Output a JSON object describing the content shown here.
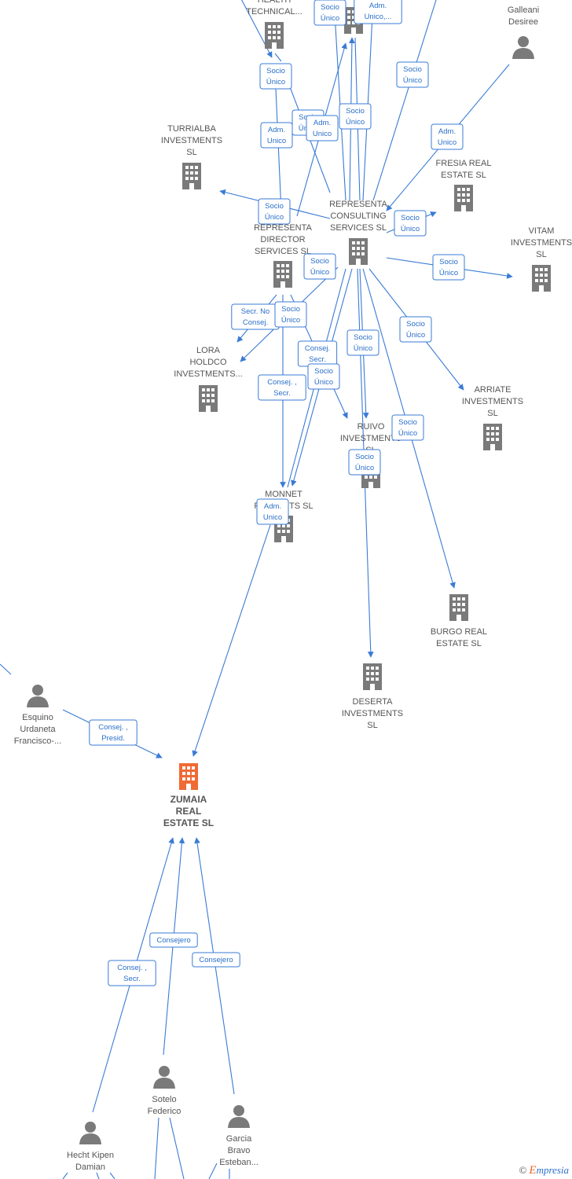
{
  "colors": {
    "edge": "#3a7bd5",
    "node": "#7a7a7a",
    "focus": "#f06a34",
    "label": "#555555"
  },
  "nodes": [
    {
      "id": "health",
      "type": "company",
      "lines": [
        "HEALTH",
        "TECHNICAL..."
      ],
      "icon": "building-icon"
    },
    {
      "id": "top_company",
      "type": "company",
      "lines": [],
      "icon": "building-icon"
    },
    {
      "id": "galleani",
      "type": "person",
      "lines": [
        "Galleani",
        "Desiree"
      ],
      "icon": "person-icon"
    },
    {
      "id": "turrialba",
      "type": "company",
      "lines": [
        "TURRIALBA",
        "INVESTMENTS",
        "SL"
      ],
      "icon": "building-icon"
    },
    {
      "id": "fresia",
      "type": "company",
      "lines": [
        "FRESIA REAL",
        "ESTATE  SL"
      ],
      "icon": "building-icon"
    },
    {
      "id": "representa_consulting",
      "type": "company",
      "lines": [
        "REPRESENTA",
        "CONSULTING",
        "SERVICES  SL"
      ],
      "icon": "building-icon"
    },
    {
      "id": "representa_director",
      "type": "company",
      "lines": [
        "REPRESENTA",
        "DIRECTOR",
        "SERVICES  SL"
      ],
      "icon": "building-icon"
    },
    {
      "id": "vitam",
      "type": "company",
      "lines": [
        "VITAM",
        "INVESTMENTS",
        "SL"
      ],
      "icon": "building-icon"
    },
    {
      "id": "lora",
      "type": "company",
      "lines": [
        "LORA",
        "HOLDCO",
        "INVESTMENTS..."
      ],
      "icon": "building-icon"
    },
    {
      "id": "arriate",
      "type": "company",
      "lines": [
        "ARRIATE",
        "INVESTMENTS",
        "SL"
      ],
      "icon": "building-icon"
    },
    {
      "id": "ruivo",
      "type": "company",
      "lines": [
        "RUIVO",
        "INVESTMENTS",
        "SL"
      ],
      "icon": "building-icon"
    },
    {
      "id": "monnet",
      "type": "company",
      "lines": [
        "MONNET",
        "PROJECTS  SL"
      ],
      "icon": "building-icon"
    },
    {
      "id": "burgo",
      "type": "company",
      "lines": [
        "BURGO REAL",
        "ESTATE  SL"
      ],
      "icon": "building-icon"
    },
    {
      "id": "deserta",
      "type": "company",
      "lines": [
        "DESERTA",
        "INVESTMENTS",
        "SL"
      ],
      "icon": "building-icon"
    },
    {
      "id": "esquino",
      "type": "person",
      "lines": [
        "Esquino",
        "Urdaneta",
        "Francisco-..."
      ],
      "icon": "person-icon"
    },
    {
      "id": "zumaia",
      "type": "focus",
      "lines": [
        "ZUMAIA",
        "REAL",
        "ESTATE  SL"
      ],
      "icon": "building-icon"
    },
    {
      "id": "sotelo",
      "type": "person",
      "lines": [
        "Sotelo",
        "Federico"
      ],
      "icon": "person-icon"
    },
    {
      "id": "garcia",
      "type": "person",
      "lines": [
        "Garcia",
        "Bravo",
        "Esteban..."
      ],
      "icon": "person-icon"
    },
    {
      "id": "hecht",
      "type": "person",
      "lines": [
        "Hecht Kipen",
        "Damian"
      ],
      "icon": "person-icon"
    }
  ],
  "edge_labels": [
    {
      "id": "l1",
      "lines": [
        "Socio",
        "Único"
      ]
    },
    {
      "id": "l2",
      "lines": [
        "Adm.",
        "Unico,..."
      ]
    },
    {
      "id": "l3",
      "lines": [
        "Socio",
        "Único"
      ]
    },
    {
      "id": "l4",
      "lines": [
        "Socio",
        "Único"
      ]
    },
    {
      "id": "l5",
      "lines": [
        "Adm.",
        "Unico"
      ]
    },
    {
      "id": "l6",
      "lines": [
        "Socio",
        "Único"
      ]
    },
    {
      "id": "l7",
      "lines": [
        "Adm.",
        "Unico"
      ]
    },
    {
      "id": "l8",
      "lines": [
        "Socio",
        "Único"
      ]
    },
    {
      "id": "l9",
      "lines": [
        "Adm.",
        "Unico"
      ]
    },
    {
      "id": "l10",
      "lines": [
        "Socio",
        "Único"
      ]
    },
    {
      "id": "l11",
      "lines": [
        "Socio",
        "Único"
      ]
    },
    {
      "id": "l12",
      "lines": [
        "Socio",
        "Único"
      ]
    },
    {
      "id": "l13",
      "lines": [
        "Socio",
        "Único"
      ]
    },
    {
      "id": "l14",
      "lines": [
        "Secr.  No",
        "Consej."
      ]
    },
    {
      "id": "l15",
      "lines": [
        "Socio",
        "Único"
      ]
    },
    {
      "id": "l16",
      "lines": [
        "Socio",
        "Único"
      ]
    },
    {
      "id": "l17",
      "lines": [
        "Consej.",
        "Secr."
      ]
    },
    {
      "id": "l18",
      "lines": [
        "Socio",
        "Único"
      ]
    },
    {
      "id": "l19",
      "lines": [
        "Socio",
        "Único"
      ]
    },
    {
      "id": "l20",
      "lines": [
        "Consej. ,",
        "Secr."
      ]
    },
    {
      "id": "l21",
      "lines": [
        "Socio",
        "Único"
      ]
    },
    {
      "id": "l22",
      "lines": [
        "Socio",
        "Único"
      ]
    },
    {
      "id": "l23",
      "lines": [
        "Adm.",
        "Unico"
      ]
    },
    {
      "id": "l24",
      "lines": [
        "Consej. ,",
        "Presid."
      ]
    },
    {
      "id": "l25",
      "lines": [
        "Consejero"
      ]
    },
    {
      "id": "l26",
      "lines": [
        "Consejero"
      ]
    },
    {
      "id": "l27",
      "lines": [
        "Consej. ,",
        "Secr."
      ]
    }
  ],
  "footer": {
    "copyright": "©",
    "brand_initial": "E",
    "brand_rest": "mpresia"
  }
}
